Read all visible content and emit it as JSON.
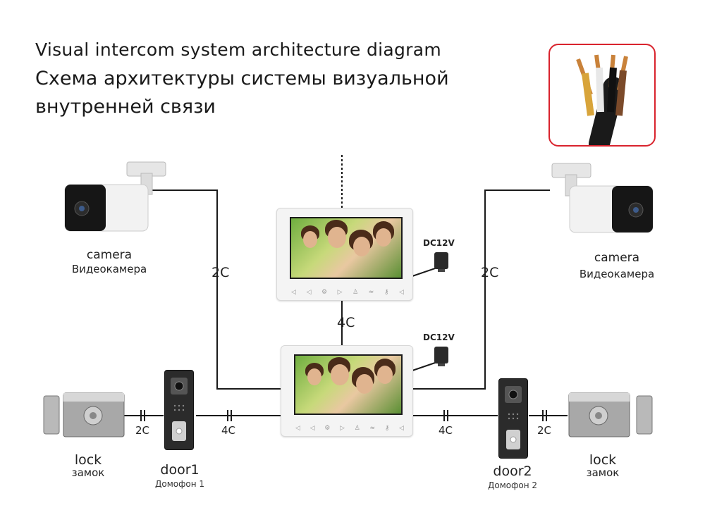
{
  "title": {
    "en": "Visual intercom system architecture diagram",
    "ru": "Схема архитектуры системы визуальной внутренней связи"
  },
  "camera_left": {
    "label": "camera",
    "label_ru": "Видеокамера"
  },
  "camera_right": {
    "label": "camera",
    "label_ru": "Видеокамера"
  },
  "door1": {
    "label": "door1",
    "label_ru": "Домофон 1"
  },
  "door2": {
    "label": "door2",
    "label_ru": "Домофон 2"
  },
  "lock_left": {
    "label": "lock",
    "label_ru": "замок"
  },
  "lock_right": {
    "label": "lock",
    "label_ru": "замок"
  },
  "power": {
    "top": "DC12V",
    "bottom": "DC12V"
  },
  "wires": {
    "cam_left": "2C",
    "cam_right": "2C",
    "monitors": "4C",
    "lock_left": "2C",
    "door1": "4C",
    "door2": "4C",
    "lock_right": "2C"
  },
  "monitor_buttons": [
    "◁",
    "◁",
    "⚙",
    "▷",
    "♙",
    "≈",
    "⚷",
    "◁"
  ],
  "colors": {
    "frame": "#d9232d",
    "wire": "#1a1a1a"
  }
}
